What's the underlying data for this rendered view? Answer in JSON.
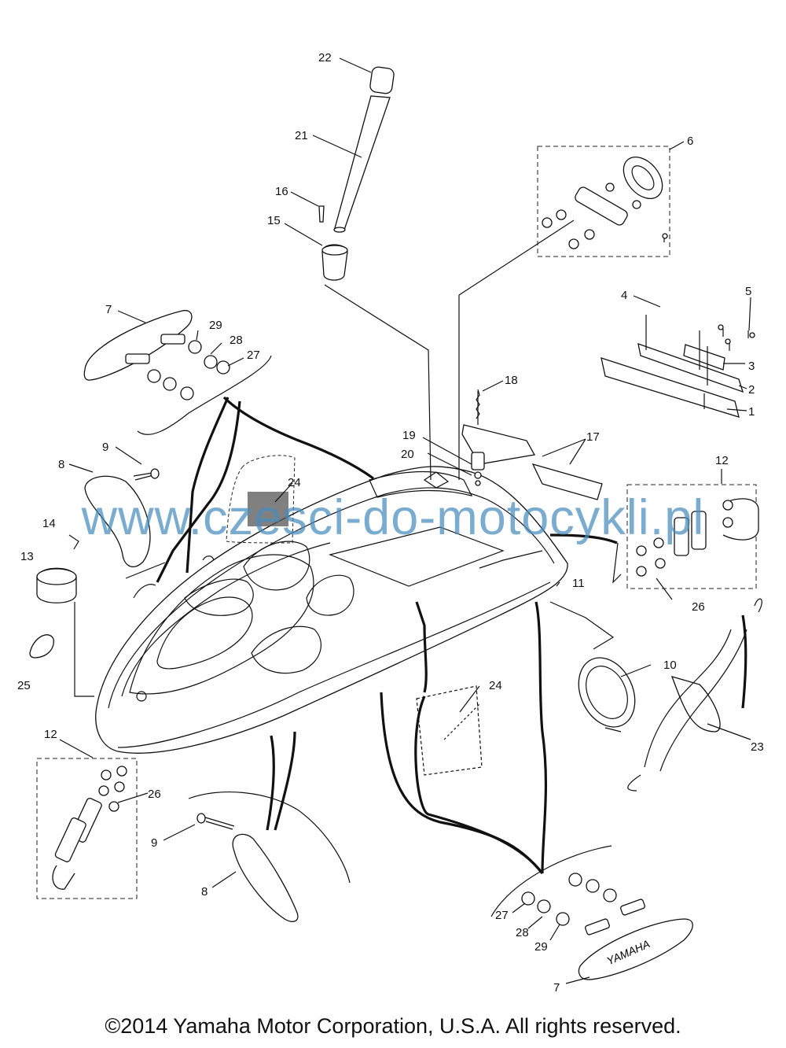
{
  "watermark": "www.czesci-do-motocykli.pl",
  "copyright": "©2014 Yamaha Motor Corporation, U.S.A. All rights reserved.",
  "badge_text": "YAMAHA",
  "callouts": {
    "c22": "22",
    "c21": "21",
    "c16": "16",
    "c15": "15",
    "c6": "6",
    "c7_top": "7",
    "c29_top": "29",
    "c28_top": "28",
    "c27_top": "27",
    "c4": "4",
    "c5": "5",
    "c3": "3",
    "c2": "2",
    "c1": "1",
    "c18": "18",
    "c19": "19",
    "c20": "20",
    "c17": "17",
    "c9_top": "9",
    "c8_top": "8",
    "c24_top": "24",
    "c14": "14",
    "c13": "13",
    "c25": "25",
    "c12_right": "12",
    "c26_right": "26",
    "c11": "11",
    "c10": "10",
    "c24_bottom": "24",
    "c23": "23",
    "c12_left": "12",
    "c26_left": "26",
    "c9_bottom": "9",
    "c8_bottom": "8",
    "c27_bottom": "27",
    "c28_bottom": "28",
    "c29_bottom": "29",
    "c7_bottom": "7"
  }
}
